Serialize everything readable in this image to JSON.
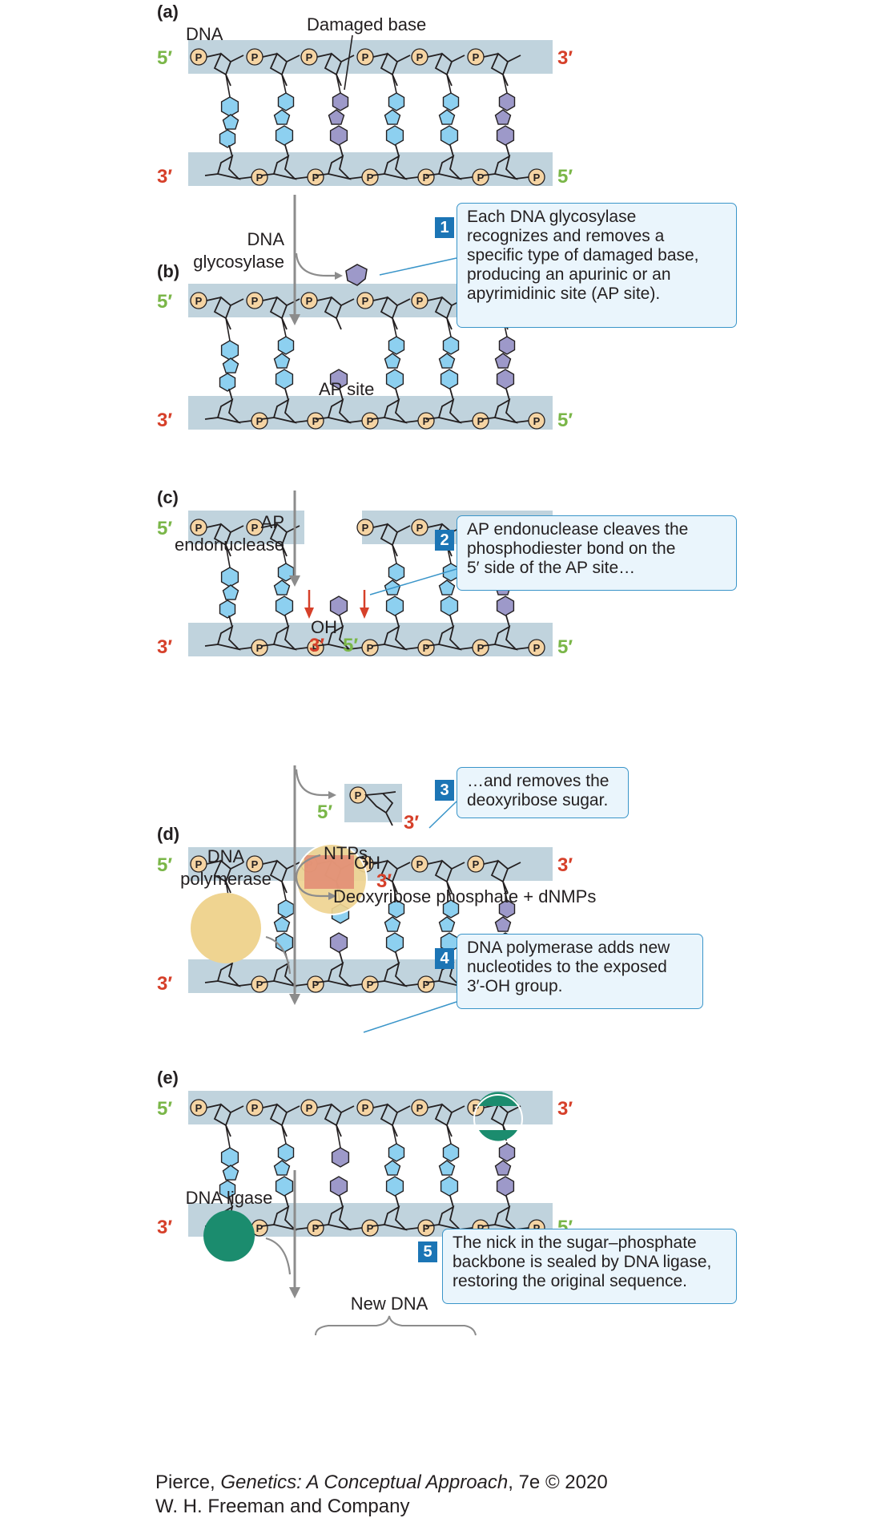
{
  "panels": {
    "a": "(a)",
    "b": "(b)",
    "c": "(c)",
    "d": "(d)",
    "e": "(e)"
  },
  "strand_ends": {
    "five_prime": "5′",
    "three_prime": "3′"
  },
  "phosphate_label": "P",
  "labels": {
    "dna": "DNA",
    "damaged_base": "Damaged base",
    "glycosylase_line1": "DNA",
    "glycosylase_line2": "glycosylase",
    "ap_site": "AP site",
    "endonuclease_line1": "AP",
    "endonuclease_line2": "endonuclease",
    "oh": "OH",
    "polymerase_line1": "DNA",
    "polymerase_line2": "polymerase",
    "ntps": "NTPs",
    "products": "Deoxyribose phosphate + dNMPs",
    "ligase": "DNA ligase",
    "new_dna": "New DNA"
  },
  "steps": [
    {
      "number": "1",
      "lines": [
        "Each DNA glycosylase",
        "recognizes and removes a",
        "specific type of damaged base,",
        "producing an apurinic or an",
        "apyrimidinic site (AP site)."
      ]
    },
    {
      "number": "2",
      "lines": [
        "AP endonuclease cleaves the",
        "phosphodiester bond on the",
        "5′ side of the AP site…"
      ]
    },
    {
      "number": "3",
      "lines": [
        "…and removes the",
        "deoxyribose sugar."
      ]
    },
    {
      "number": "4",
      "lines": [
        "DNA polymerase adds new",
        "nucleotides to the exposed",
        "3′-OH group."
      ]
    },
    {
      "number": "5",
      "lines": [
        "The nick in the sugar–phosphate",
        "backbone is sealed by DNA ligase,",
        "restoring the original sequence."
      ]
    }
  ],
  "credit": {
    "author": "Pierce, ",
    "title": "Genetics: A Conceptual Approach",
    "edition": ", 7e © 2020",
    "publisher": "W. H. Freeman and Company"
  },
  "colors": {
    "backbone_band": "#c0d3dd",
    "pyrimidine_base": "#8dd0f0",
    "purine_base_damaged": "#9d99c9",
    "phosphate_circle": "#f5d4a3",
    "arrow_gray": "#8c8c8c",
    "cleavage_arrow": "#d6402a",
    "polymerase": "#efd491",
    "polymerase_active": "#e28a73",
    "ligase": "#1b8c6e",
    "step_badge": "#1c75b5",
    "callout_fill": "#eaf5fc",
    "callout_border": "#3a95c9",
    "five_prime": "#7ab648",
    "three_prime": "#d6402a"
  }
}
